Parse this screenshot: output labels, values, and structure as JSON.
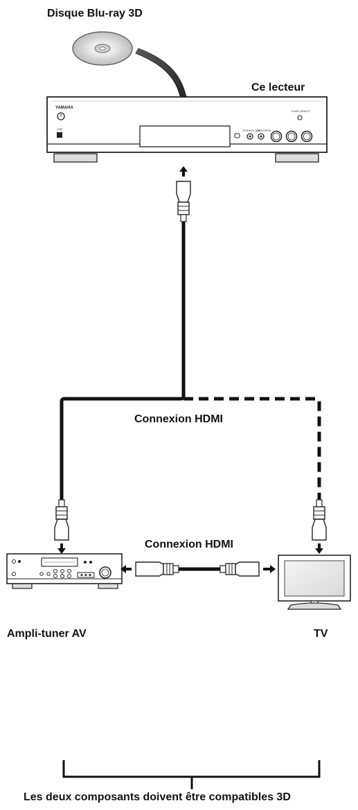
{
  "labels": {
    "disc": "Disque Blu-ray 3D",
    "player": "Ce lecteur",
    "hdmi_top": "Connexion HDMI",
    "hdmi_bottom": "Connexion HDMI",
    "receiver": "Ampli-tuner AV",
    "tv": "TV",
    "footer": "Les deux composants doivent être compatibles 3D"
  },
  "device_text": {
    "brand": "YAMAHA",
    "usb": "USB",
    "power_led": "PURE DIRECT",
    "button_1": "OPEN/CLOSE",
    "button_2": "PIPE/OPEN"
  },
  "connections": [
    {
      "from": "Ce lecteur",
      "to": "Ampli-tuner AV",
      "style": "solid"
    },
    {
      "from": "Ce lecteur",
      "to": "TV",
      "style": "dashed"
    },
    {
      "from": "Ampli-tuner AV",
      "to": "TV",
      "style": "solid"
    }
  ]
}
